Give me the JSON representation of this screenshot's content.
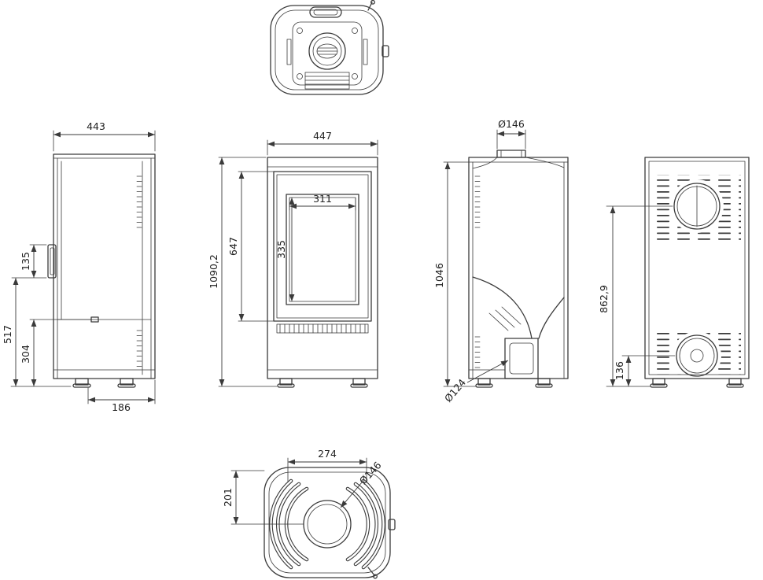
{
  "style": {
    "background": "#ffffff",
    "line_color": "#3a3a3a",
    "text_color": "#222222"
  },
  "views": {
    "side": {
      "dim_depth": "443",
      "dim_handle": "135",
      "dim_handle_floor": "517",
      "dim_base": "304",
      "dim_foot": "186"
    },
    "front": {
      "dim_width": "447",
      "dim_glass_width": "311",
      "dim_glass_height": "335",
      "dim_door_height": "647",
      "dim_total_height": "1090,2"
    },
    "section": {
      "dim_flue": "Ø146",
      "dim_height": "1046",
      "dim_outlet": "Ø124"
    },
    "rear": {
      "dim_flue_height": "862,9",
      "dim_outlet_height": "136"
    },
    "bottom": {
      "dim_width": "274",
      "dim_depth": "201",
      "dim_flue": "Ø146"
    }
  }
}
